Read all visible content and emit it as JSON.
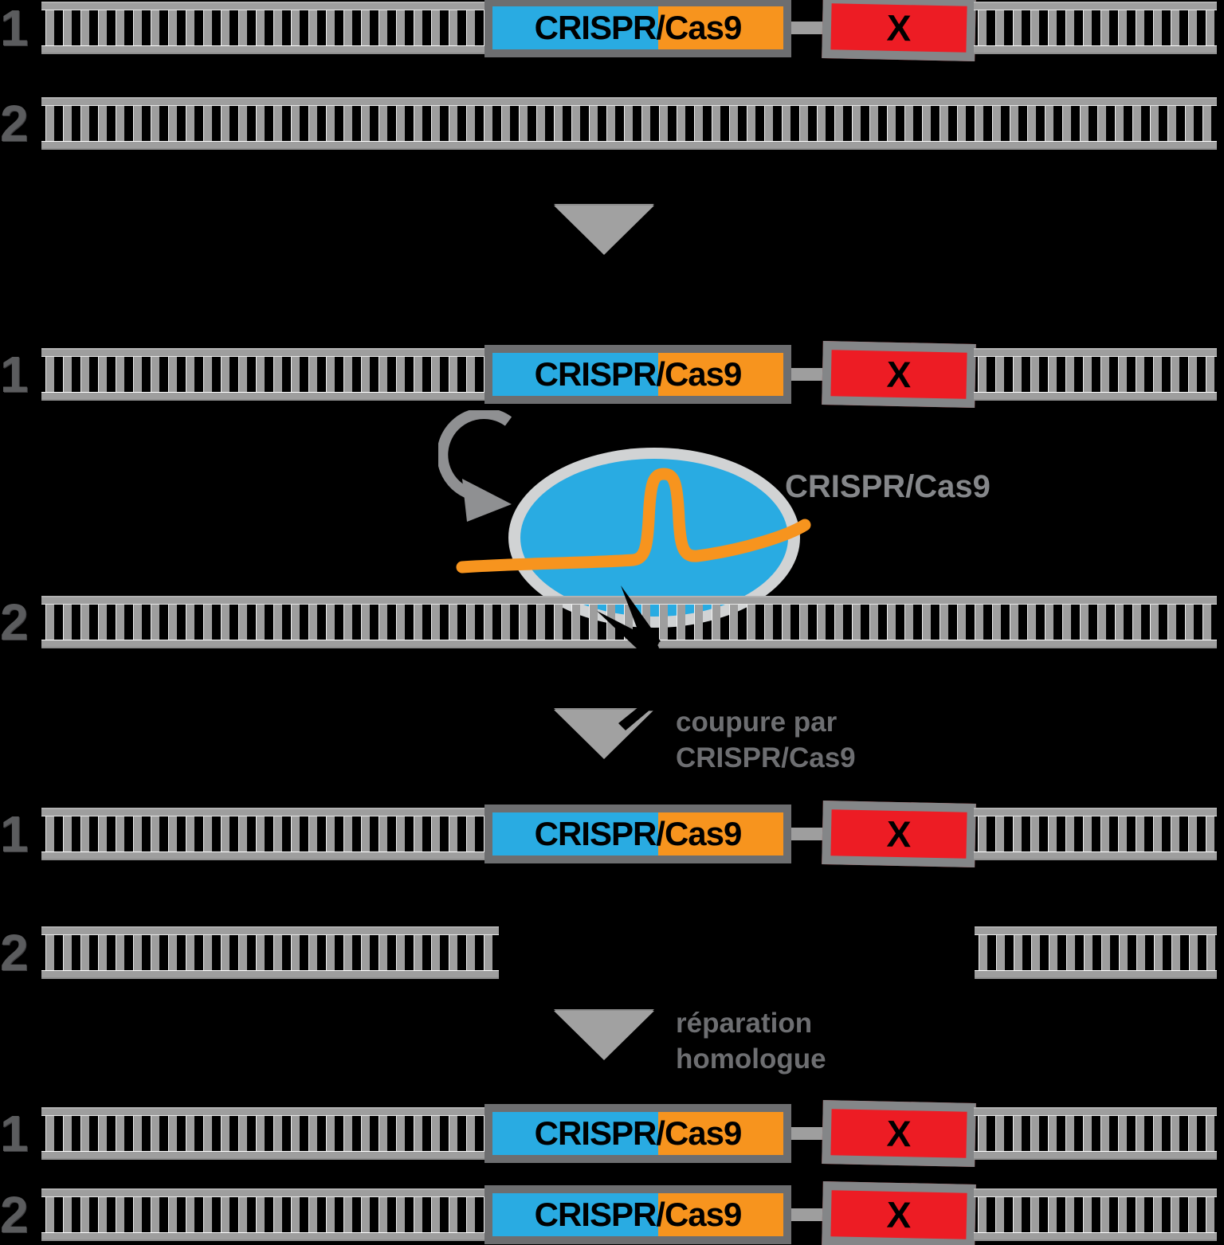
{
  "labels": {
    "chromosome1": "1",
    "chromosome2": "2"
  },
  "cassette": {
    "gene_label": "CRISPR/Cas9",
    "x_label": "X",
    "gene_color_left": "#29abe2",
    "gene_color_right": "#f7941e",
    "x_color": "#ed1c24",
    "frame_color": "#6d6e70"
  },
  "enzyme": {
    "label": "CRISPR/Cas9",
    "body_color": "#29abe2",
    "ring_color": "#d1d3d4",
    "grna_color": "#f7941e"
  },
  "steps": {
    "cut": {
      "line1": "coupure par",
      "line2": "CRISPR/Cas9"
    },
    "repair": {
      "line1": "réparation",
      "line2": "homologue"
    }
  },
  "icons": {
    "step_arrow": "down-triangle",
    "cut_icon": "scissors",
    "insertion_icon": "curved-arrow"
  },
  "colors": {
    "background": "#000000",
    "dna_gray": "#9e9e9e",
    "caption_gray": "#6d6e71",
    "number_gray": "#5b5c5e",
    "arrow_gray": "#a1a1a1"
  }
}
